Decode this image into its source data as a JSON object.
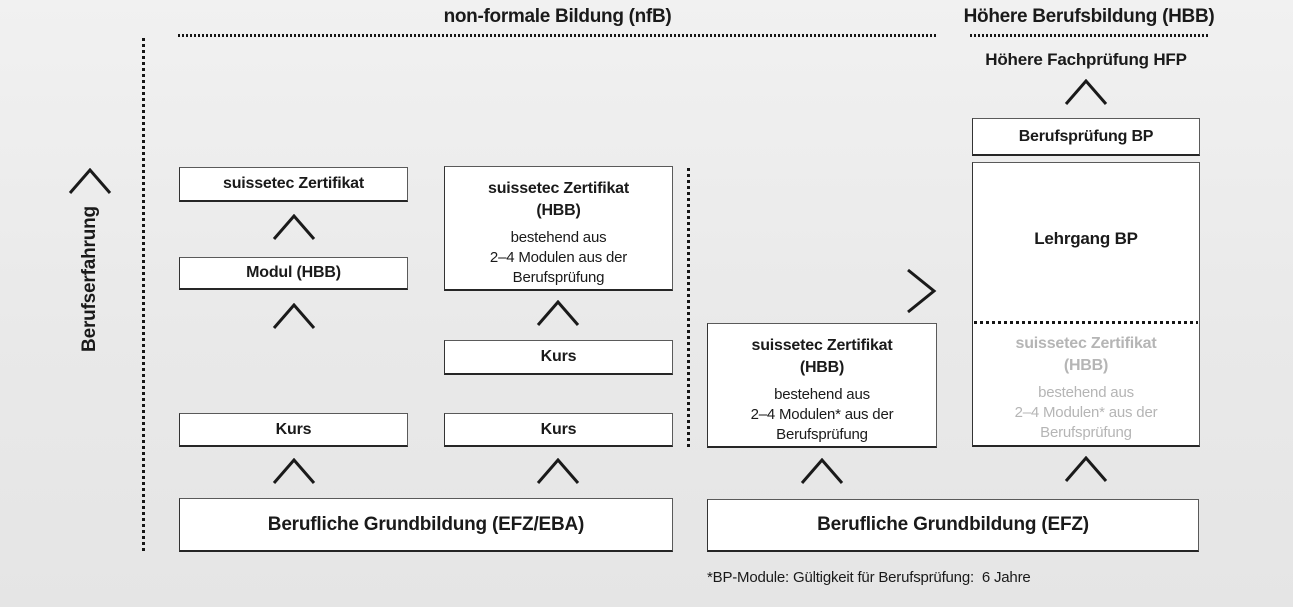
{
  "colors": {
    "background": "#e9e9e9",
    "text": "#1a1a1a",
    "muted_text": "#b5b5b5",
    "box_fill": "#ffffff",
    "box_border": "#3c3c3c"
  },
  "headers": {
    "nfb": "non-formale Bildung (nfB)",
    "hbb": "Höhere Berufsbildung (HBB)"
  },
  "axis_label": "Berufserfahrung",
  "hfp_label": "Höhere Fachprüfung HFP",
  "nodes": {
    "zertifikat": "suissetec Zertifikat",
    "modul": "Modul (HBB)",
    "kurs_col1": "Kurs",
    "kurs_col2_mid": "Kurs",
    "kurs_col2_low": "Kurs",
    "grundbildung_efz_eba": "Berufliche Grundbildung (EFZ/EBA)",
    "grundbildung_efz": "Berufliche Grundbildung (EFZ)",
    "berufspruefung_bp": "Berufsprüfung BP",
    "lehrgang_bp": "Lehrgang BP",
    "cert_nfb": {
      "title1": "suissetec Zertifikat",
      "title2": "(HBB)",
      "body1": "bestehend aus",
      "body2": "2–4 Modulen aus der",
      "body3": "Berufsprüfung"
    },
    "cert_efz": {
      "title1": "suissetec Zertifikat",
      "title2": "(HBB)",
      "body1": "bestehend aus",
      "body2": "2–4 Modulen* aus der",
      "body3": "Berufsprüfung"
    },
    "cert_lehrgang": {
      "title1": "suissetec Zertifikat",
      "title2": "(HBB)",
      "body1": "bestehend aus",
      "body2": "2–4 Modulen* aus der",
      "body3": "Berufsprüfung"
    }
  },
  "footnote": "*BP-Module: Gültigkeit für Berufsprüfung:  6 Jahre"
}
